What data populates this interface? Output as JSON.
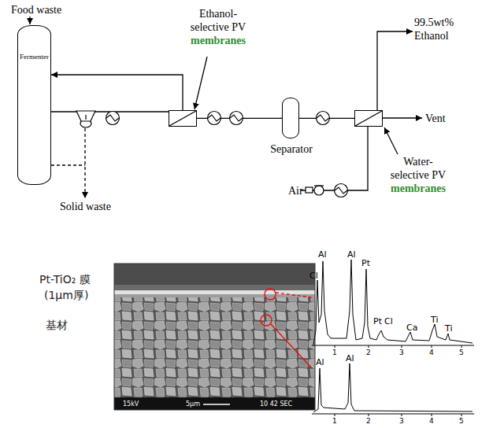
{
  "diagram": {
    "nodes": [
      {
        "text": [
          "Fermenter"
        ]
      },
      {
        "text": [
          "Ethanol- selective PV",
          "membranes"
        ]
      },
      {
        "text": [
          "Separator"
        ]
      },
      {
        "text": [
          "Water- selective PV",
          "membranes"
        ]
      }
    ],
    "edges": [
      {
        "from": 0,
        "to": 1,
        "arrow": "none"
      },
      {
        "from": 1,
        "to": 0,
        "arrow": "to"
      },
      {
        "from": 1,
        "to": 2,
        "arrow": "none"
      },
      {
        "from": 2,
        "to": 3,
        "arrow": "none"
      }
    ],
    "labels": [
      "Food waste",
      "Solid waste",
      "99.5wt% Ethanol",
      "Vent",
      "Air",
      "Pt-TiO₂ 膜",
      "(1μm厚)",
      "基材",
      "15kV",
      "5μm",
      "10 42 SEC",
      "Cl",
      "Al",
      "Al",
      "Pt",
      "Pt",
      "Cl",
      "Ca",
      "Ti",
      "Ti",
      "1",
      "2",
      "3",
      "4",
      "5",
      "Al",
      "Al",
      "1",
      "2",
      "3",
      "4",
      "5"
    ]
  }
}
